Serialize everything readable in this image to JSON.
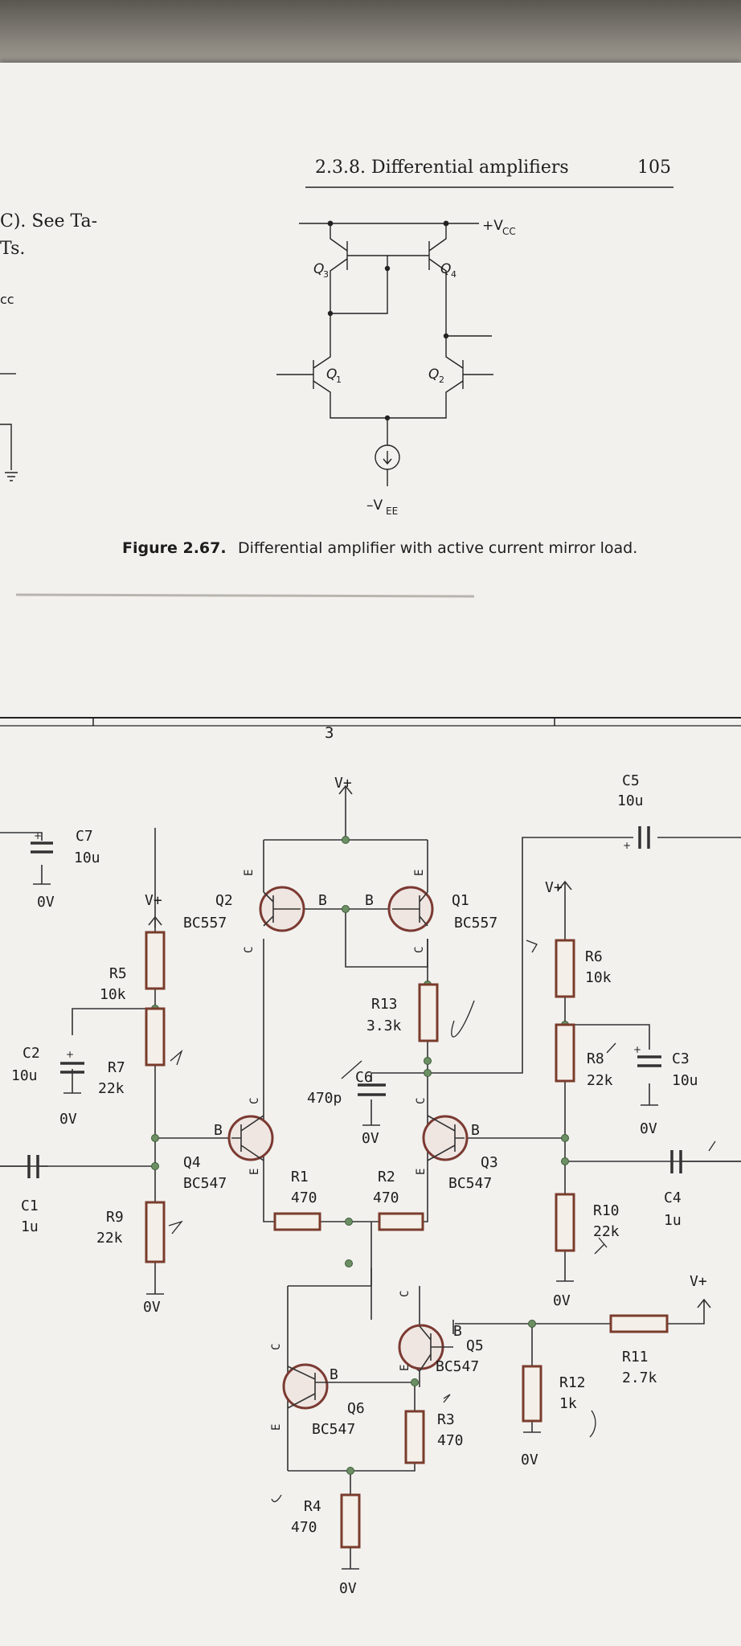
{
  "book": {
    "header_section": "2.3.8. Differential amplifiers",
    "page_number": "105",
    "left_fragment_line1": "C). See Ta-",
    "left_fragment_line2": "Ts.",
    "left_fragment_vcc": "cc",
    "figure_caption_number": "Figure 2.67.",
    "figure_caption_text": "Differential amplifier with active current mirror load.",
    "labels": {
      "vcc": "+V",
      "vcc_sub": "CC",
      "vee": "–V",
      "vee_sub": "EE",
      "q3": "Q",
      "q3_sub": "3",
      "q4": "Q",
      "q4_sub": "4",
      "q1": "Q",
      "q1_sub": "1",
      "q2": "Q",
      "q2_sub": "2"
    }
  },
  "schematic": {
    "sheet_marker": "3",
    "vplus": "V+",
    "zero_v": "0V",
    "components": {
      "C7": {
        "name": "C7",
        "value": "10u"
      },
      "C5": {
        "name": "C5",
        "value": "10u"
      },
      "C2": {
        "name": "C2",
        "value": "10u"
      },
      "C3": {
        "name": "C3",
        "value": "10u"
      },
      "C1": {
        "name": "C1",
        "value": "1u"
      },
      "C4": {
        "name": "C4",
        "value": "1u"
      },
      "C6": {
        "name": "C6",
        "value": "470p"
      },
      "R5": {
        "name": "R5",
        "value": "10k"
      },
      "R6": {
        "name": "R6",
        "value": "10k"
      },
      "R7": {
        "name": "R7",
        "value": "22k"
      },
      "R8": {
        "name": "R8",
        "value": "22k"
      },
      "R9": {
        "name": "R9",
        "value": "22k"
      },
      "R10": {
        "name": "R10",
        "value": "22k"
      },
      "R13": {
        "name": "R13",
        "value": "3.3k"
      },
      "R1": {
        "name": "R1",
        "value": "470"
      },
      "R2": {
        "name": "R2",
        "value": "470"
      },
      "R3": {
        "name": "R3",
        "value": "470"
      },
      "R4": {
        "name": "R4",
        "value": "470"
      },
      "R11": {
        "name": "R11",
        "value": "2.7k"
      },
      "R12": {
        "name": "R12",
        "value": "1k"
      },
      "Q1": {
        "name": "Q1",
        "part": "BC557"
      },
      "Q2": {
        "name": "Q2",
        "part": "BC557"
      },
      "Q3": {
        "name": "Q3",
        "part": "BC547"
      },
      "Q4": {
        "name": "Q4",
        "part": "BC547"
      },
      "Q5": {
        "name": "Q5",
        "part": "BC547"
      },
      "Q6": {
        "name": "Q6",
        "part": "BC547"
      }
    },
    "pins": {
      "b": "B",
      "c": "C",
      "e": "E"
    }
  }
}
